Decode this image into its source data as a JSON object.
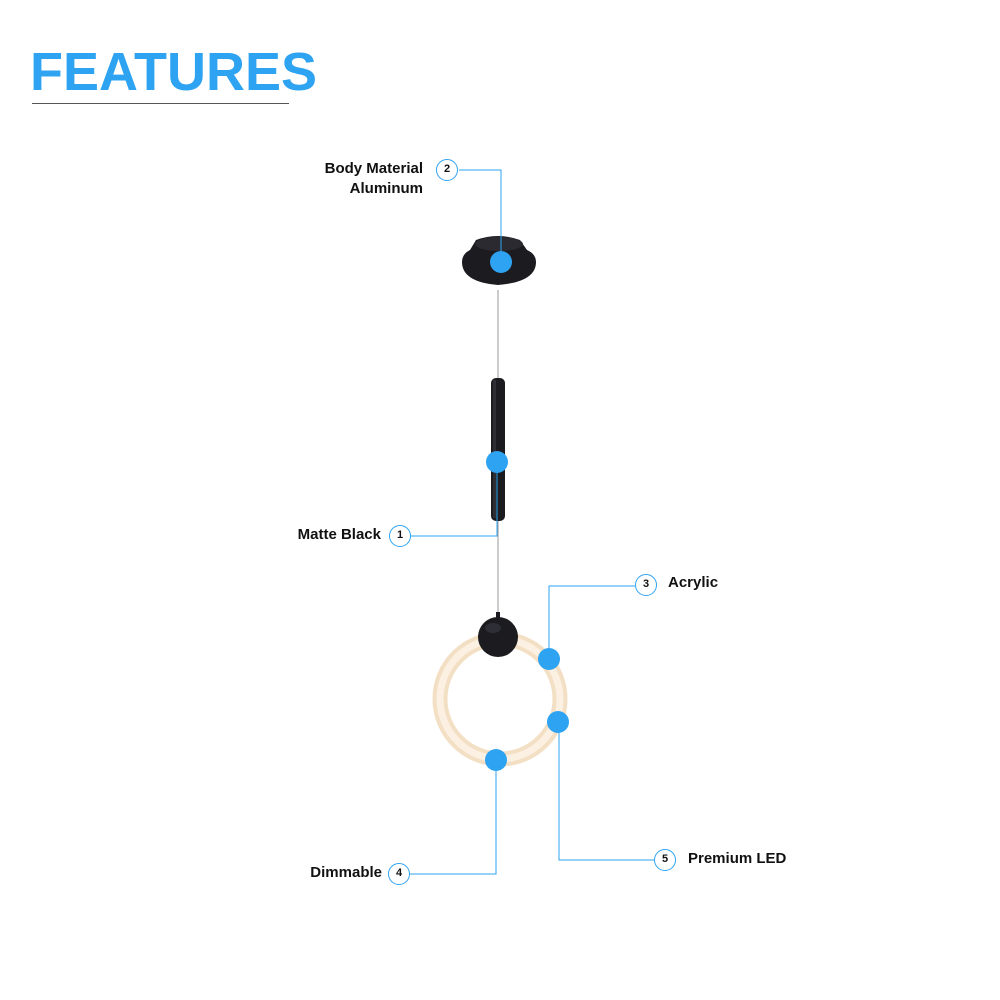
{
  "header": {
    "title": "FEATURES"
  },
  "colors": {
    "accent": "#2ea3f2",
    "fixture": "#1c1c20",
    "acrylic_ring": "#f7e6cf",
    "cable": "#9a9a9a"
  },
  "callouts": [
    {
      "number": "1",
      "label": "Matte Black",
      "target": "stem"
    },
    {
      "number": "2",
      "label_line1": "Body Material",
      "label_line2": "Aluminum",
      "target": "canopy"
    },
    {
      "number": "3",
      "label": "Acrylic",
      "target": "ring-upper-right"
    },
    {
      "number": "4",
      "label": "Dimmable",
      "target": "ring-bottom"
    },
    {
      "number": "5",
      "label": "Premium LED",
      "target": "ring-right"
    }
  ]
}
